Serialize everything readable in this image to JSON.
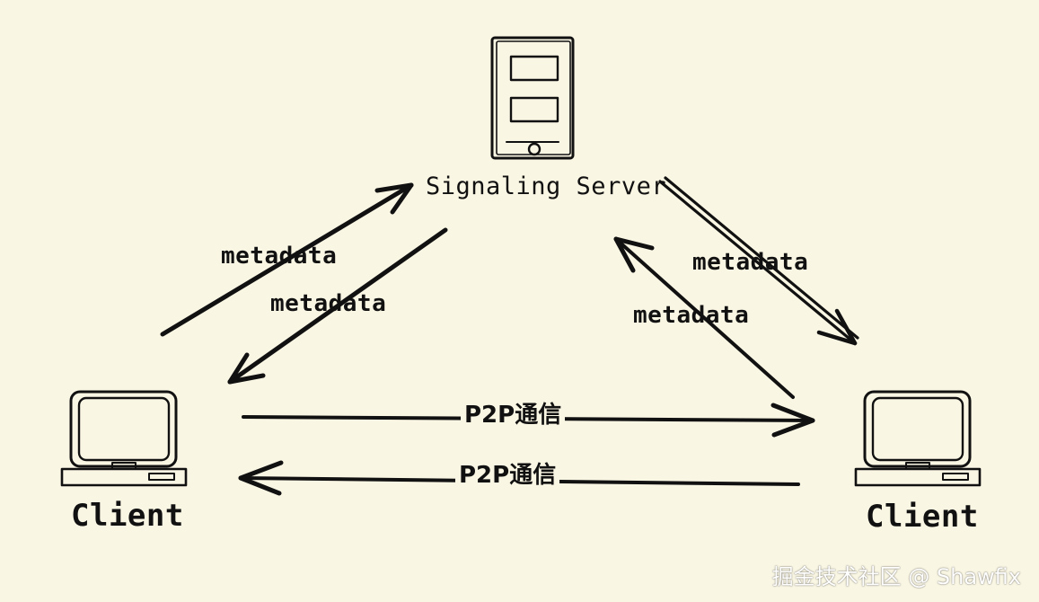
{
  "nodes": {
    "server": {
      "label": "Signaling Server"
    },
    "client_left": {
      "label": "Client"
    },
    "client_right": {
      "label": "Client"
    }
  },
  "edges": {
    "left_to_server": {
      "label": "metadata"
    },
    "server_to_left": {
      "label": "metadata"
    },
    "server_to_right": {
      "label": "metadata"
    },
    "right_to_server": {
      "label": "metadata"
    },
    "left_to_right": {
      "label": "P2P通信"
    },
    "right_to_left": {
      "label": "P2P通信"
    }
  },
  "watermark": "掘金技术社区 @ Shawfix",
  "colors": {
    "background": "#faf6e4",
    "ink": "#111111"
  }
}
